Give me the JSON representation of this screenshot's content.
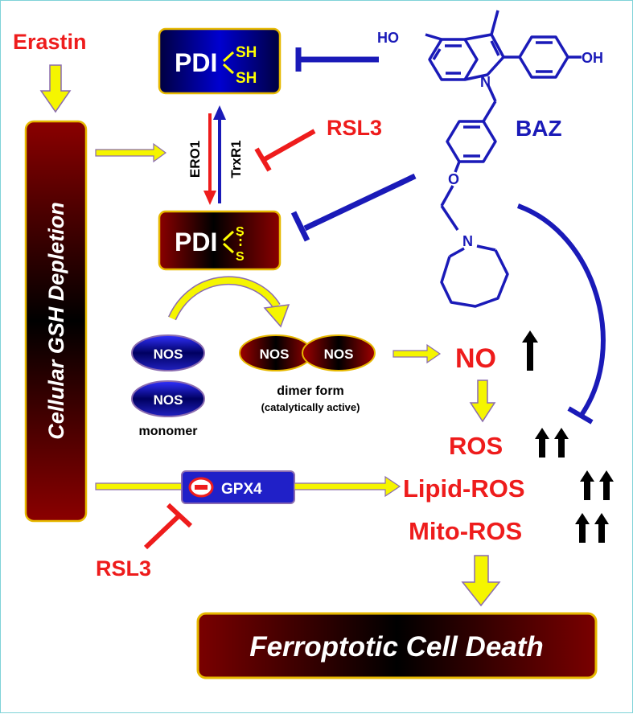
{
  "inducers": {
    "erastin": "Erastin",
    "rsl3_top": "RSL3",
    "rsl3_bottom": "RSL3"
  },
  "gsh_depletion": "Cellular GSH Depletion",
  "pdi_reduced": {
    "label": "PDI",
    "sh_top": "SH",
    "sh_bottom": "SH"
  },
  "pdi_oxidized": {
    "label": "PDI",
    "s_top": "S",
    "s_bottom": "S"
  },
  "enzymes": {
    "ero1": "ERO1",
    "trxr1": "TrxR1"
  },
  "compound": {
    "name": "BAZ",
    "ho": "HO",
    "oh": "OH",
    "n1": "N",
    "o": "O",
    "n2": "N"
  },
  "nos": {
    "monomer_label": "NOS",
    "dimer_left": "NOS",
    "dimer_right": "NOS",
    "monomer_caption": "monomer",
    "dimer_caption": "dimer form",
    "dimer_subcaption": "(catalytically active)"
  },
  "no_label": "NO",
  "ros": {
    "ros": "ROS",
    "lipid": "Lipid-ROS",
    "mito": "Mito-ROS"
  },
  "gpx4": "GPX4",
  "outcome": "Ferroptotic Cell Death",
  "colors": {
    "red": "#ee1c1c",
    "blue": "#1a1ab8",
    "yellow": "#ffff00",
    "arrow_yellow": "#f5f500",
    "dark_red": "#8b0000",
    "gold_border": "#e6b800"
  }
}
